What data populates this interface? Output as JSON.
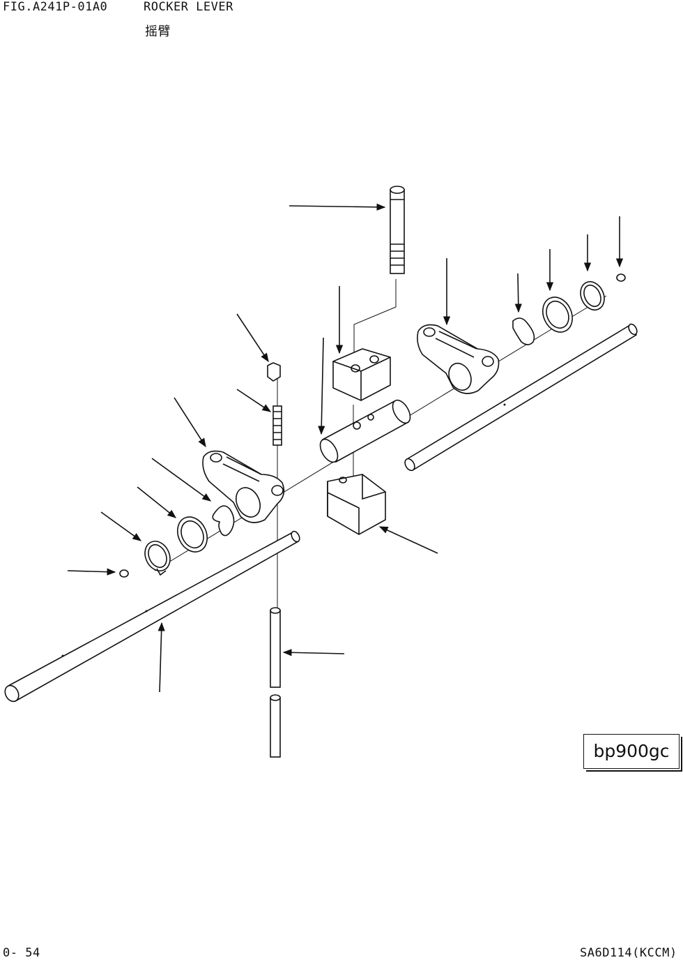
{
  "header": {
    "fig_code": "FIG.A241P-01A0",
    "title": "ROCKER LEVER",
    "subtitle": "摇臂"
  },
  "drawing_id": "bp900gc",
  "footer": {
    "page_number": "0- 54",
    "model_code": "SA6D114(KCCM)"
  },
  "icons": {
    "callout_arrow": "callout-arrow-icon"
  }
}
